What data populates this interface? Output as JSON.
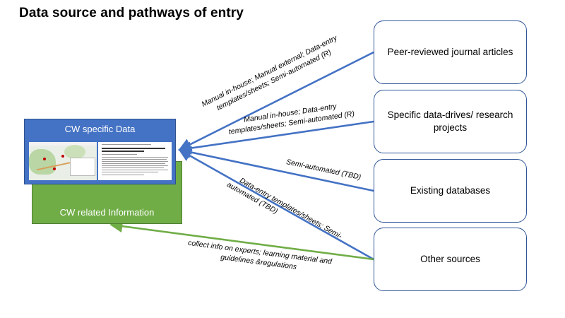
{
  "title": "Data source and pathways of entry",
  "targets": {
    "specific_data": "CW specific Data",
    "related_info": "CW related Information"
  },
  "sources": {
    "journals": "Peer-reviewed journal articles",
    "projects": "Specific data-drives/ research projects",
    "databases": "Existing databases",
    "other": "Other sources"
  },
  "pathways": {
    "journals_line1": "Manual in-house; Manual external; Data-entry",
    "journals_line2": "templates/sheets; Semi-automated (R)",
    "projects_line1": "Manual in-house; Data-entry",
    "projects_line2": "templates/sheets; Semi-automated (R)",
    "databases": "Semi-automated (TBD)",
    "other_line1": "Data-entry templates/sheets; Semi-",
    "other_line2": "automated (TBD)",
    "info_line1": "collect info on experts; learning material and",
    "info_line2": "guidelines &regulations"
  },
  "colors": {
    "blue_box": "#4472c4",
    "green_box": "#70ad47",
    "blue_arrow": "#4472c4",
    "green_arrow": "#70ad47",
    "source_border": "#2f5597"
  }
}
